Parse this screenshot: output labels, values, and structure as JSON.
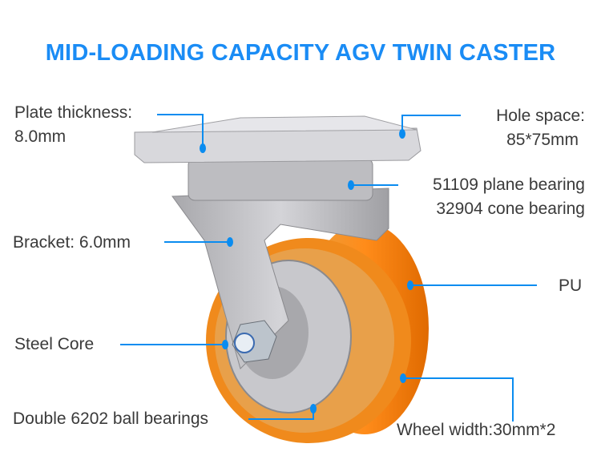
{
  "title": "MID-LOADING CAPACITY AGV TWIN CASTER",
  "labels": {
    "plate_thickness": [
      "Plate thickness:",
      "8.0mm"
    ],
    "hole_space": [
      "Hole space:",
      "85*75mm"
    ],
    "bearing": [
      "51109 plane bearing",
      "32904 cone bearing"
    ],
    "bracket": "Bracket: 6.0mm",
    "pu": "PU",
    "steel_core": "Steel Core",
    "ball_bearings": "Double 6202 ball bearings",
    "wheel_width": "Wheel width:30mm*2"
  },
  "colors": {
    "accent": "#1a8cf5",
    "wheel": "#f5820f",
    "metal": "#b8b8bc"
  }
}
